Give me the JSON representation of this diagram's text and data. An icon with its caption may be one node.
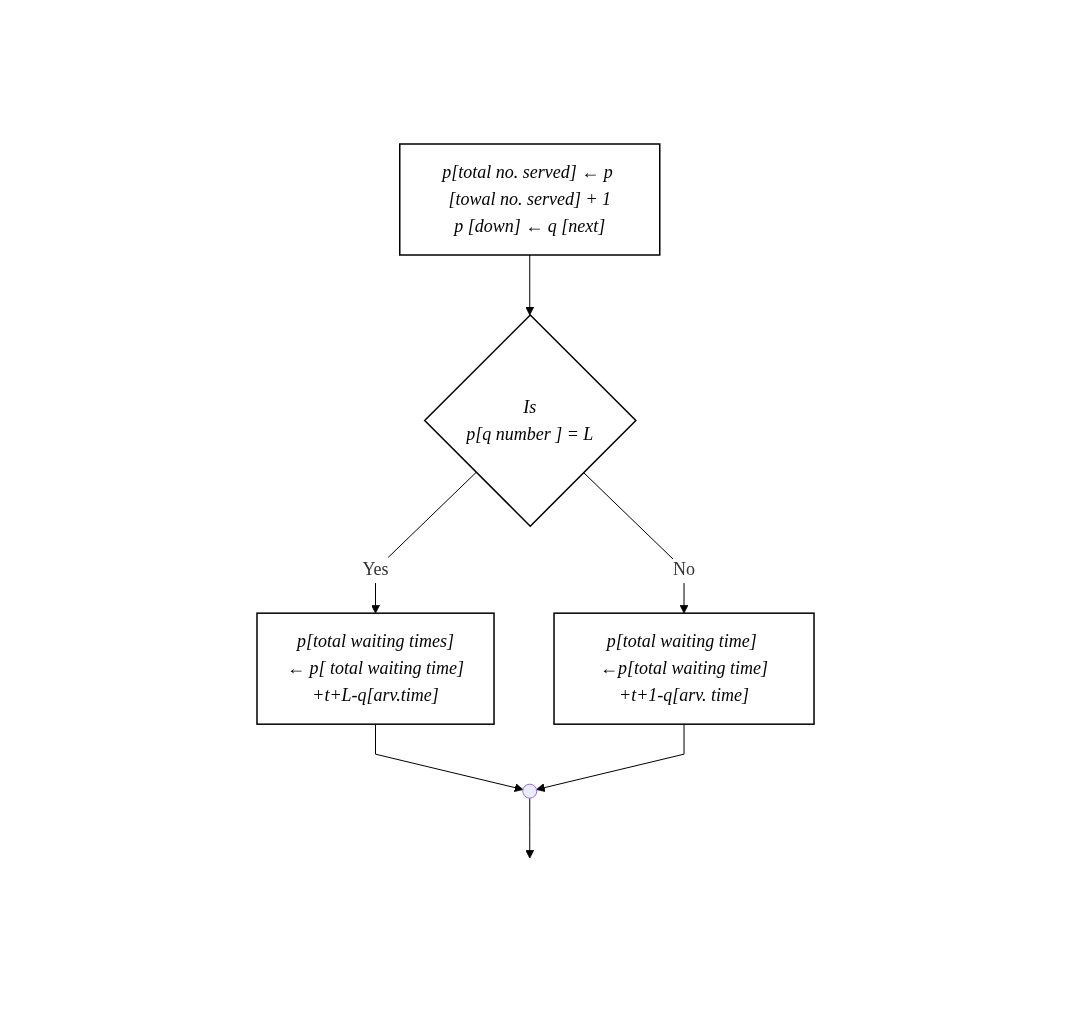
{
  "diagram": {
    "nodes": [
      {
        "text": [
          "p[total no. served] ← p [towal no. served] + 1",
          "p [down] ← q [next]"
        ]
      },
      {
        "text": [
          "Is",
          "p[q number ] = L"
        ]
      },
      {
        "text": [
          "p[total waiting times]",
          "← p[ total waiting time]",
          "+t+L-q[arv.time]"
        ]
      },
      {
        "text": [
          "p[total waiting time] ←p[total waiting time]",
          "+t+1-q[arv. time]"
        ]
      },
      {
        "text": [],
        "shape": "circle"
      }
    ],
    "edges": [
      {
        "from": 0,
        "to": 1,
        "arrow": "to"
      },
      {
        "from": 1,
        "to": 2,
        "arrow": "to",
        "label": "Yes"
      },
      {
        "from": 1,
        "to": 3,
        "arrow": "to",
        "label": "No"
      },
      {
        "from": 2,
        "to": 4,
        "arrow": "to"
      },
      {
        "from": 3,
        "to": 4,
        "arrow": "to"
      },
      {
        "from": 4,
        "to": null,
        "arrow": "to"
      }
    ]
  }
}
